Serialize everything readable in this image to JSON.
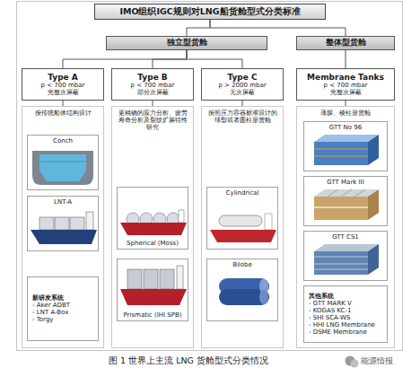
{
  "diagram": {
    "caption": "图 1 世界上主流 LNG 货舱型式分类情况",
    "nodes": [
      {
        "text": [
          "IMO组织IGC规则对LNG船货舱型式分类标准"
        ]
      },
      {
        "text": [
          "独立型货舱"
        ]
      },
      {
        "text": [
          "整体型货舱"
        ]
      },
      {
        "text": [
          "Type A",
          "p < 700 mbar",
          "完整次屏蔽"
        ]
      },
      {
        "text": [
          "按传统船体结构设计"
        ]
      },
      {
        "text": [
          "Conch"
        ],
        "in": 4
      },
      {
        "text": [
          "LNT-A"
        ],
        "in": 4
      },
      {
        "text": [
          "新研发系统",
          "- Aker ADBT",
          "- LNT A-Box",
          "- Torgy"
        ],
        "in": 4
      },
      {
        "text": [
          "Type B",
          "p < 700 mbar",
          "部分次屏蔽"
        ]
      },
      {
        "text": [
          "更精确的应力分析、疲劳寿命分析及裂纹扩展特性研究"
        ]
      },
      {
        "text": [
          "Spherical (Moss)"
        ],
        "in": 9
      },
      {
        "text": [
          "Prismatic (IHI SPB)"
        ],
        "in": 9
      },
      {
        "text": [
          "Type C",
          "p > 2000 mbar",
          "无次屏蔽"
        ]
      },
      {
        "text": [
          "按照压力容器标准设计的球型或者圆柱形货舱"
        ]
      },
      {
        "text": [
          "Cylindrical"
        ],
        "in": 13
      },
      {
        "text": [
          "Bilobe"
        ],
        "in": 13
      },
      {
        "text": [
          "Membrane Tanks",
          "p < 700 mbar",
          "完整次屏蔽"
        ]
      },
      {
        "text": [
          "薄膜、棱柱形货舱"
        ]
      },
      {
        "text": [
          "GTT No 96"
        ],
        "in": 17
      },
      {
        "text": [
          "GTT Mark III"
        ],
        "in": 17
      },
      {
        "text": [
          "GTT CS1"
        ],
        "in": 17
      },
      {
        "text": [
          "其他系统",
          "- GTT MARK V",
          "- KOGAS KC-1",
          "- SHI SCA-WS",
          "- HHI LNG Membrane",
          "- DSME Membrane"
        ],
        "in": 17
      }
    ],
    "edges": [
      {
        "from": 0,
        "to": 1,
        "arrow": "none"
      },
      {
        "from": 0,
        "to": 2,
        "arrow": "none"
      },
      {
        "from": 1,
        "to": 3,
        "arrow": "none"
      },
      {
        "from": 1,
        "to": 8,
        "arrow": "none"
      },
      {
        "from": 1,
        "to": 12,
        "arrow": "none"
      },
      {
        "from": 2,
        "to": 16,
        "arrow": "none"
      },
      {
        "from": 3,
        "to": 4,
        "arrow": "none"
      },
      {
        "from": 8,
        "to": 9,
        "arrow": "none"
      },
      {
        "from": 12,
        "to": 13,
        "arrow": "none"
      },
      {
        "from": 16,
        "to": 17,
        "arrow": "none"
      }
    ],
    "labels": [
      "能源情报"
    ]
  }
}
